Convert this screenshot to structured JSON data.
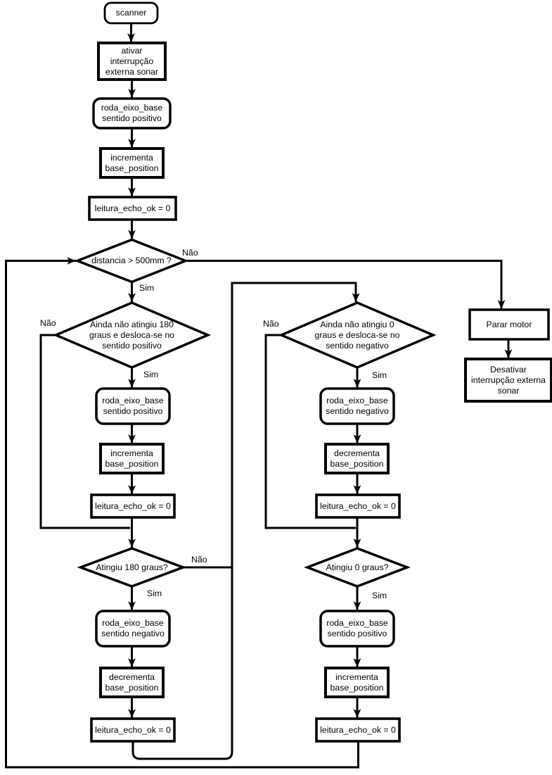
{
  "diagram": {
    "type": "flowchart",
    "background": "#ffffff",
    "stroke_color": "#000000",
    "text_color": "#000000",
    "nodes": {
      "scanner": {
        "label": "scanner",
        "shape": "terminator"
      },
      "ativar_interrupcao": {
        "label": "ativar\ninterrupção\nexterna sonar",
        "shape": "process"
      },
      "roda_positivo_1": {
        "label": "roda_eixo_base\nsentido positivo",
        "shape": "rounded"
      },
      "incrementa_1": {
        "label": "incrementa\nbase_position",
        "shape": "process"
      },
      "leitura_1": {
        "label": "leitura_echo_ok = 0",
        "shape": "process"
      },
      "distancia": {
        "label": "distancia > 500mm ?",
        "shape": "decision"
      },
      "ainda_nao_180": {
        "label": "Ainda não atingiu 180\ngraus e desloca-se no\nsentido positivo",
        "shape": "decision"
      },
      "roda_positivo_2": {
        "label": "roda_eixo_base\nsentido positivo",
        "shape": "rounded"
      },
      "incrementa_2": {
        "label": "incrementa\nbase_position",
        "shape": "process"
      },
      "leitura_2": {
        "label": "leitura_echo_ok = 0",
        "shape": "process"
      },
      "atingiu_180": {
        "label": "Atingiu 180 graus?",
        "shape": "decision"
      },
      "roda_negativo_1": {
        "label": "roda_eixo_base\nsentido negativo",
        "shape": "rounded"
      },
      "decrementa_1": {
        "label": "decrementa\nbase_position",
        "shape": "process"
      },
      "leitura_3": {
        "label": "leitura_echo_ok = 0",
        "shape": "process"
      },
      "ainda_nao_0": {
        "label": "Ainda não atingiu 0\ngraus e desloca-se no\nsentido negativo",
        "shape": "decision"
      },
      "roda_negativo_2": {
        "label": "roda_eixo_base\nsentido negativo",
        "shape": "rounded"
      },
      "decrementa_2": {
        "label": "decrementa\nbase_position",
        "shape": "process"
      },
      "leitura_4": {
        "label": "leitura_echo_ok = 0",
        "shape": "process"
      },
      "atingiu_0": {
        "label": "Atingiu 0 graus?",
        "shape": "decision"
      },
      "roda_positivo_3": {
        "label": "roda_eixo_base\nsentido positivo",
        "shape": "rounded"
      },
      "incrementa_3": {
        "label": "incrementa\nbase_position",
        "shape": "process"
      },
      "leitura_5": {
        "label": "leitura_echo_ok = 0",
        "shape": "process"
      },
      "parar_motor": {
        "label": "Parar motor",
        "shape": "process"
      },
      "desativar_interrupcao": {
        "label": "Desativar\ninterrupção externa\nsonar",
        "shape": "process"
      }
    },
    "edge_labels": {
      "distancia_nao": "Não",
      "distancia_sim": "Sim",
      "ainda_nao_180_nao": "Não",
      "ainda_nao_180_sim": "Sim",
      "ainda_nao_0_nao": "Não",
      "ainda_nao_0_sim": "Sim",
      "atingiu_180_nao": "Não",
      "atingiu_180_sim": "Sim",
      "atingiu_0_sim": "Sim"
    }
  }
}
